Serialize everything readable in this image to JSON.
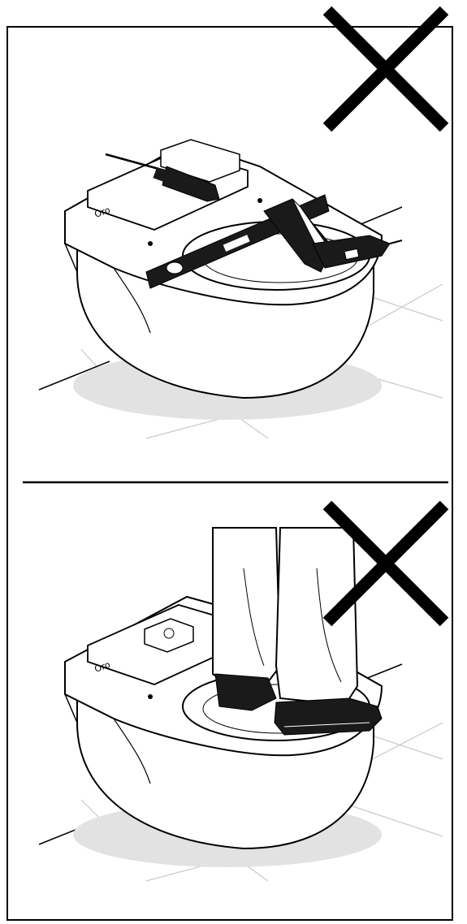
{
  "figure": {
    "panels": [
      {
        "id": "top",
        "forbidden_mark": "x-mark"
      },
      {
        "id": "bottom",
        "forbidden_mark": "x-mark"
      }
    ],
    "logo_text": "Oro"
  },
  "colors": {
    "line": "#000000",
    "fill": "#ffffff",
    "shadow": "#e2e2e2",
    "floor_grid": "#c8c8c8",
    "tool_dark": "#1a1a1a"
  }
}
